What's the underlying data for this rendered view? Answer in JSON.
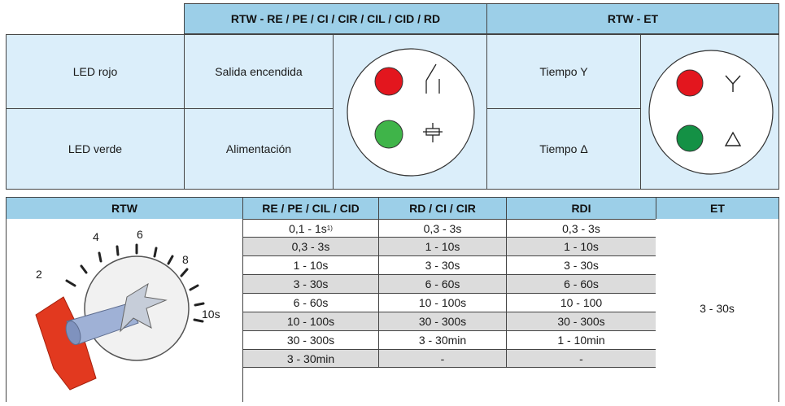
{
  "top_table": {
    "header": {
      "col1": "RTW - RE / PE / CI / CIR / CIL / CID / RD",
      "col2": "RTW - ET"
    },
    "rows": [
      {
        "led": "LED rojo",
        "function": "Salida encendida",
        "et_label": "Tiempo Y"
      },
      {
        "led": "LED verde",
        "function": "Alimentación",
        "et_label": "Tiempo Δ"
      }
    ],
    "colors": {
      "red": "#e3161e",
      "green": "#3fb449",
      "dark_green": "#149145"
    }
  },
  "bottom_table": {
    "headers": [
      "RTW",
      "RE / PE / CIL / CID",
      "RD / CI / CIR",
      "RDI",
      "ET"
    ],
    "rows": [
      [
        "0,1 - 1s",
        "0,3 - 3s",
        "0,3 - 3s"
      ],
      [
        "0,3 - 3s",
        "1 - 10s",
        "1 - 10s"
      ],
      [
        "1 - 10s",
        "3 - 30s",
        "3 - 30s"
      ],
      [
        "3 - 30s",
        "6 - 60s",
        "6 - 60s"
      ],
      [
        "6 - 60s",
        "10 - 100s",
        "10 - 100"
      ],
      [
        "10 - 100s",
        "30 - 300s",
        "30 - 300s"
      ],
      [
        "30 - 300s",
        "3 - 30min",
        "1 - 10min"
      ],
      [
        "3 - 30min",
        "-",
        "-"
      ]
    ],
    "footnote_mark": "1)",
    "et_value": "3 - 30s",
    "dial_labels": [
      "2",
      "4",
      "6",
      "8",
      "10s"
    ]
  }
}
